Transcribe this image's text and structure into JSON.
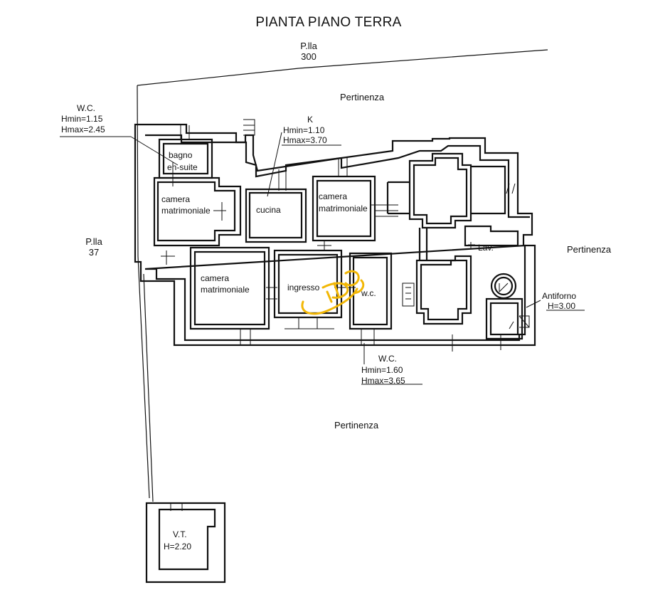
{
  "title": "PIANTA PIANO TERRA",
  "parcels": [
    {
      "line1": "P.lla",
      "line2": "300"
    },
    {
      "line1": "P.lla",
      "line2": "37"
    }
  ],
  "areas": {
    "pertinenza_top": "Pertinenza",
    "pertinenza_right": "Pertinenza",
    "pertinenza_bottom": "Pertinenza"
  },
  "rooms": {
    "bagno_line1": "bagno",
    "bagno_line2": "en-suite",
    "camera1_line1": "camera",
    "camera1_line2": "matrimoniale",
    "cucina": "cucina",
    "camera2_line1": "camera",
    "camera2_line2": "matrimoniale",
    "camera3_line1": "camera",
    "camera3_line2": "matrimoniale",
    "ingresso": "ingresso",
    "wc_inner": "w.c.",
    "lav": "Lav."
  },
  "annotations": {
    "wc_top": {
      "label": "W.C.",
      "hmin": "Hmin=1.15",
      "hmax": "Hmax=2.45"
    },
    "k": {
      "label": "K",
      "hmin": "Hmin=1.10",
      "hmax": "Hmax=3.70"
    },
    "wc_bottom": {
      "label": "W.C.",
      "hmin": "Hmin=1.60",
      "hmax": "Hmax=3.65"
    },
    "antiforno": {
      "label": "Antiforno",
      "h": "H=3.00"
    },
    "vt": {
      "label": "V.T.",
      "h": "H=2.20"
    }
  },
  "colors": {
    "ink": "#111111",
    "logo": "#f2b705"
  },
  "logo_icon": "stylized-signature-logo"
}
